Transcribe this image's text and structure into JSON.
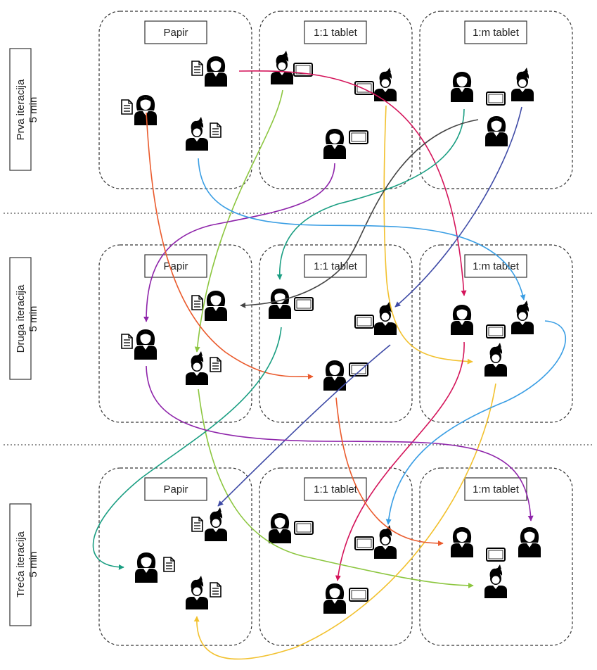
{
  "iterations": [
    {
      "title": "Prva iteracija",
      "duration": "5 min"
    },
    {
      "title": "Druga iteracija",
      "duration": "5 min"
    },
    {
      "title": "Treća iteracija",
      "duration": "5 min"
    }
  ],
  "conditions": [
    "Papir",
    "1:1 tablet",
    "1:m tablet"
  ],
  "icons": {
    "girl": "girl-student-icon",
    "boy": "boy-student-icon",
    "paper": "paper-document-icon",
    "tablet": "tablet-icon"
  },
  "arrow_colors": {
    "magenta": "#d4145a",
    "lightgreen": "#8cc63f",
    "yellow": "#f2c12e",
    "teal": "#1a9e82",
    "darkgray": "#444444",
    "navy": "#3e4aa6",
    "purple": "#8e24aa",
    "orange": "#ea5a2c",
    "skyblue": "#3a9ee4"
  }
}
